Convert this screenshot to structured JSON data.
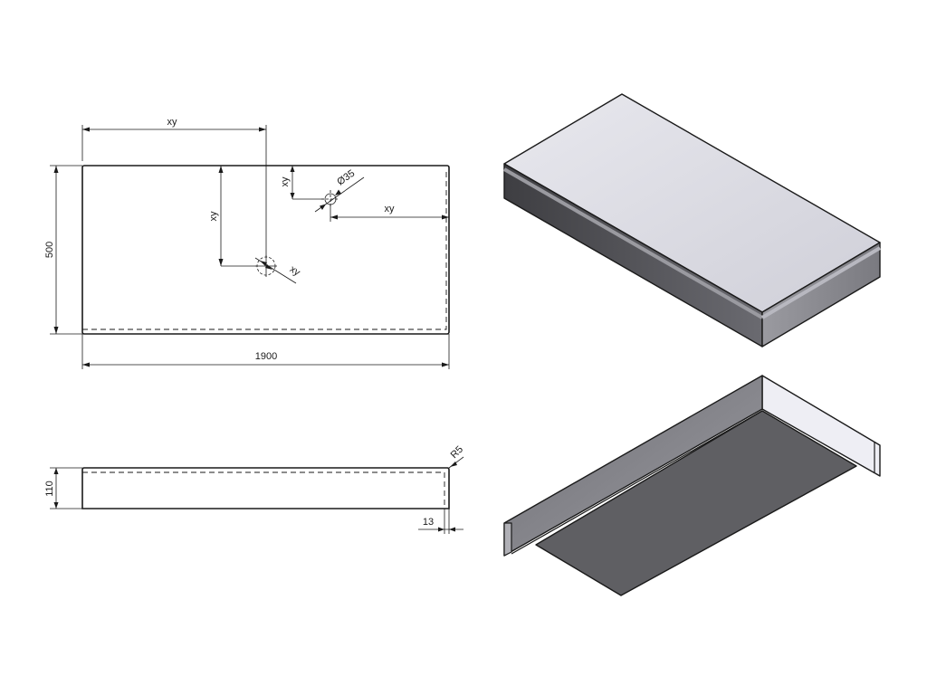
{
  "labels": {
    "top_hole_x": "xy",
    "top_hole_y": "xy",
    "small_hole_y": "xy",
    "small_hole_diameter": "Ø35",
    "small_hole_edge": "xy",
    "large_hole_diameter": "xy",
    "height": "500",
    "width": "1900",
    "radius": "R5",
    "thickness": "110",
    "wall": "13"
  },
  "colors": {
    "top_face": "#dcdce4",
    "front_face": "#4a4a4e",
    "side_face": "#7a7a80",
    "underside": "#5f5f63",
    "inner_wall": "#eeeef4",
    "back_wall": "#8a8a90"
  }
}
